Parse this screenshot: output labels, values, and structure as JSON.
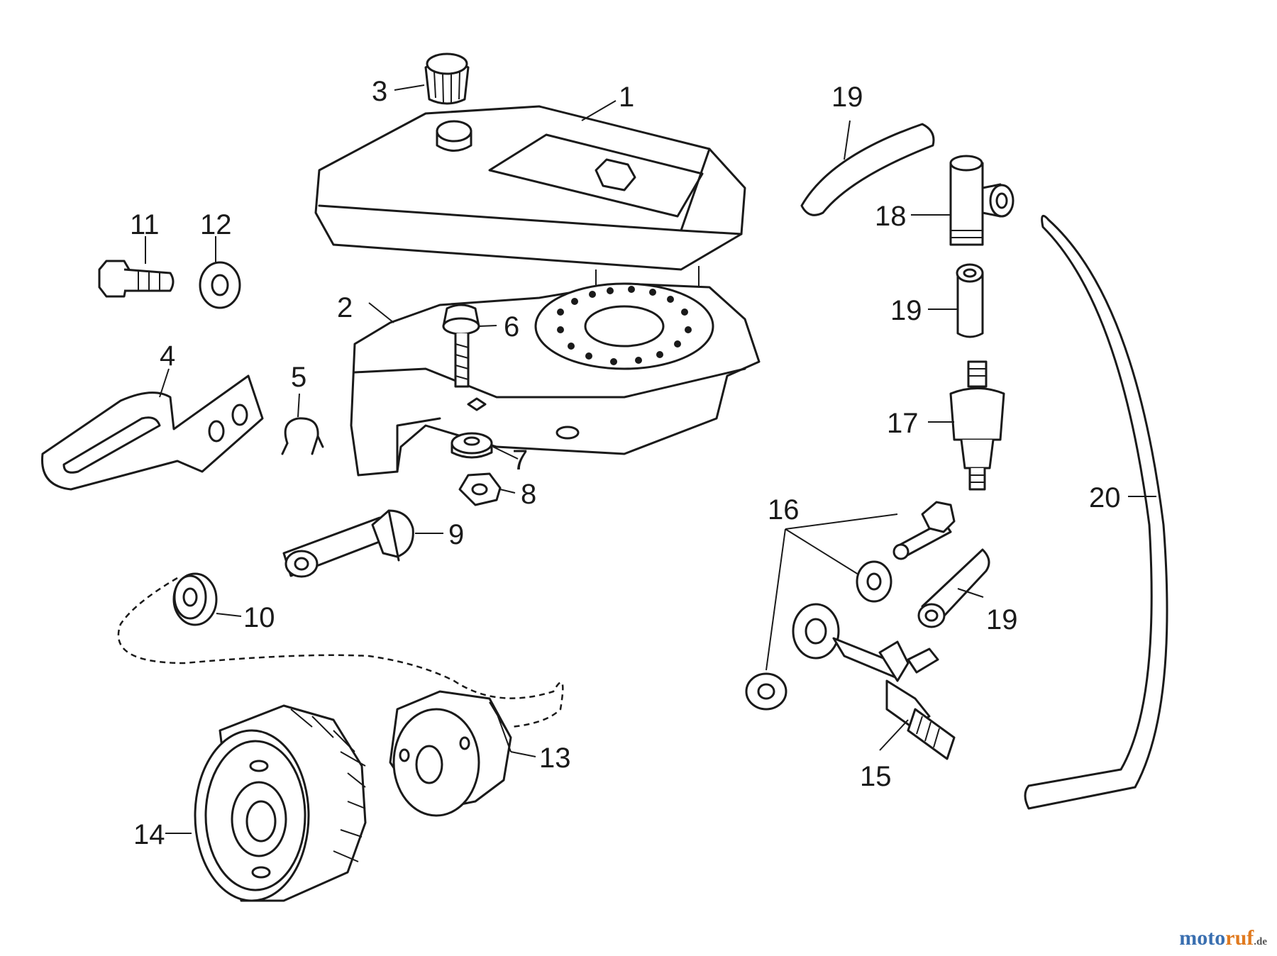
{
  "labels": {
    "p1": "1",
    "p2": "2",
    "p3": "3",
    "p4": "4",
    "p5": "5",
    "p6": "6",
    "p7": "7",
    "p8": "8",
    "p9": "9",
    "p10": "10",
    "p11": "11",
    "p12": "12",
    "p13": "13",
    "p14": "14",
    "p15": "15",
    "p16": "16",
    "p17": "17",
    "p18": "18",
    "p19a": "19",
    "p19b": "19",
    "p19c": "19",
    "p20": "20"
  },
  "watermark": {
    "part1": "moto",
    "part2": "ruf",
    "part3": ".de"
  }
}
